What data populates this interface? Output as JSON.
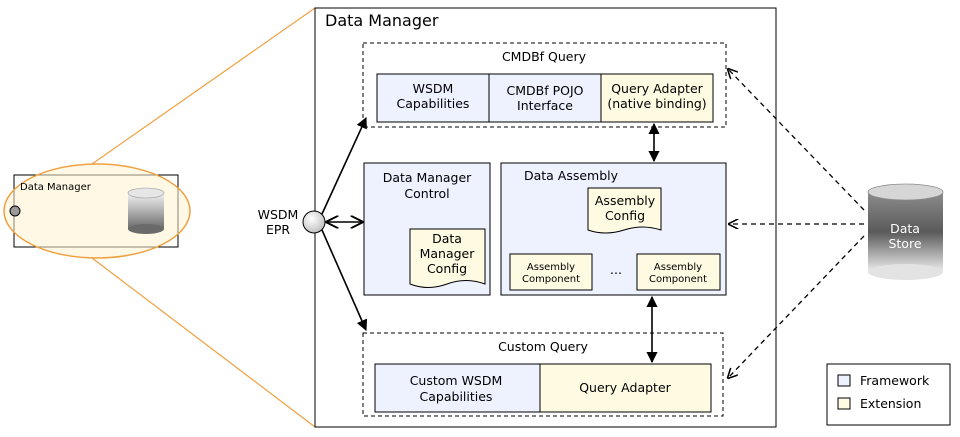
{
  "diagram": {
    "main_title": "Data Manager",
    "thumbnail": {
      "label": "Data Manager"
    },
    "cmdbf_query": {
      "title": "CMDBf Query",
      "wsdm_capabilities": [
        "WSDM",
        "Capabilities"
      ],
      "pojo_interface": [
        "CMDBf POJO",
        "Interface"
      ],
      "query_adapter": [
        "Query Adapter",
        "(native binding)"
      ]
    },
    "dm_control": {
      "title": [
        "Data Manager",
        "Control"
      ],
      "config": [
        "Data",
        "Manager",
        "Config"
      ]
    },
    "data_assembly": {
      "title": "Data Assembly",
      "config": [
        "Assembly",
        "Config"
      ],
      "component_left": [
        "Assembly",
        "Component"
      ],
      "ellipsis": "...",
      "component_right": [
        "Assembly",
        "Component"
      ]
    },
    "custom_query": {
      "title": "Custom Query",
      "wsdm_capabilities": [
        "Custom WSDM",
        "Capabilities"
      ],
      "query_adapter": "Query Adapter"
    },
    "wsdm_epr": [
      "WSDM",
      "EPR"
    ],
    "data_store": [
      "Data",
      "Store"
    ],
    "legend": {
      "framework": "Framework",
      "extension": "Extension"
    },
    "colors": {
      "framework": "#eef2ff",
      "extension": "#fffbe3",
      "highlight": "#f0a040"
    }
  }
}
